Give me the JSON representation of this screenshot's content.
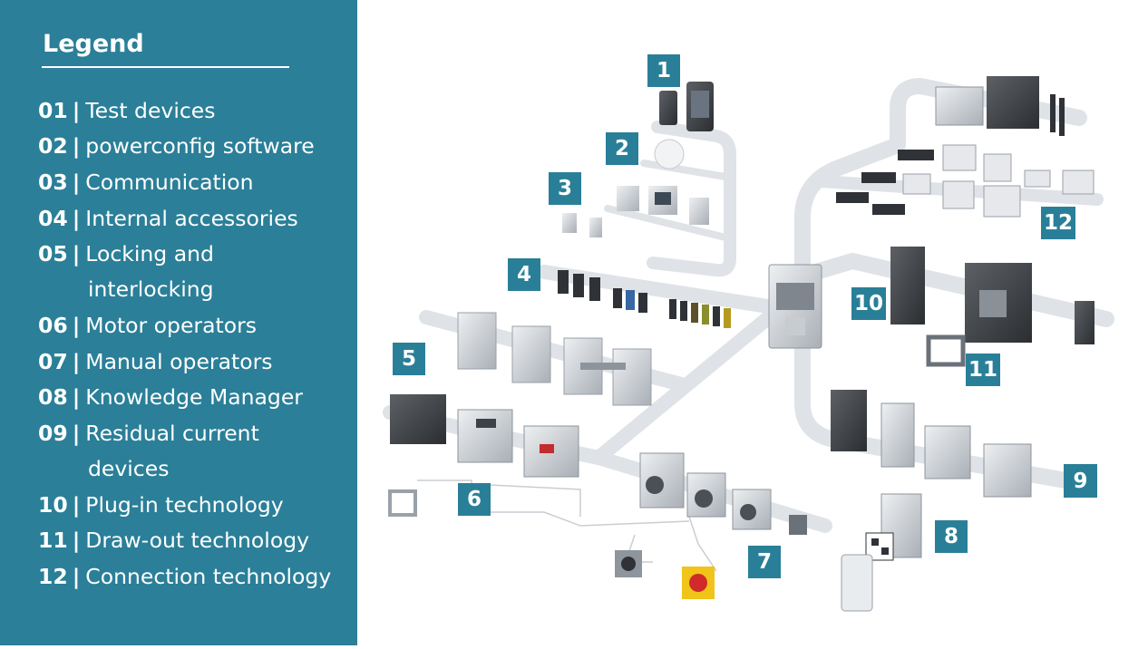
{
  "legend": {
    "title": "Legend",
    "items": [
      {
        "num": "01",
        "label": "Test devices"
      },
      {
        "num": "02",
        "label": "powerconfig software"
      },
      {
        "num": "03",
        "label": "Communication"
      },
      {
        "num": "04",
        "label": "Internal accessories"
      },
      {
        "num": "05",
        "label": "Locking and",
        "cont": "interlocking"
      },
      {
        "num": "06",
        "label": "Motor operators"
      },
      {
        "num": "07",
        "label": "Manual operators"
      },
      {
        "num": "08",
        "label": "Knowledge Manager"
      },
      {
        "num": "09",
        "label": "Residual current",
        "cont": "devices"
      },
      {
        "num": "10",
        "label": "Plug-in technology"
      },
      {
        "num": "11",
        "label": "Draw-out technology"
      },
      {
        "num": "12",
        "label": "Connection technology"
      }
    ]
  },
  "badges": [
    "1",
    "2",
    "3",
    "4",
    "5",
    "6",
    "7",
    "8",
    "9",
    "10",
    "11",
    "12"
  ],
  "colors": {
    "legend_bg": "#2b7f98",
    "badge_bg": "#2a7f98",
    "track": "#dfe3e7"
  }
}
